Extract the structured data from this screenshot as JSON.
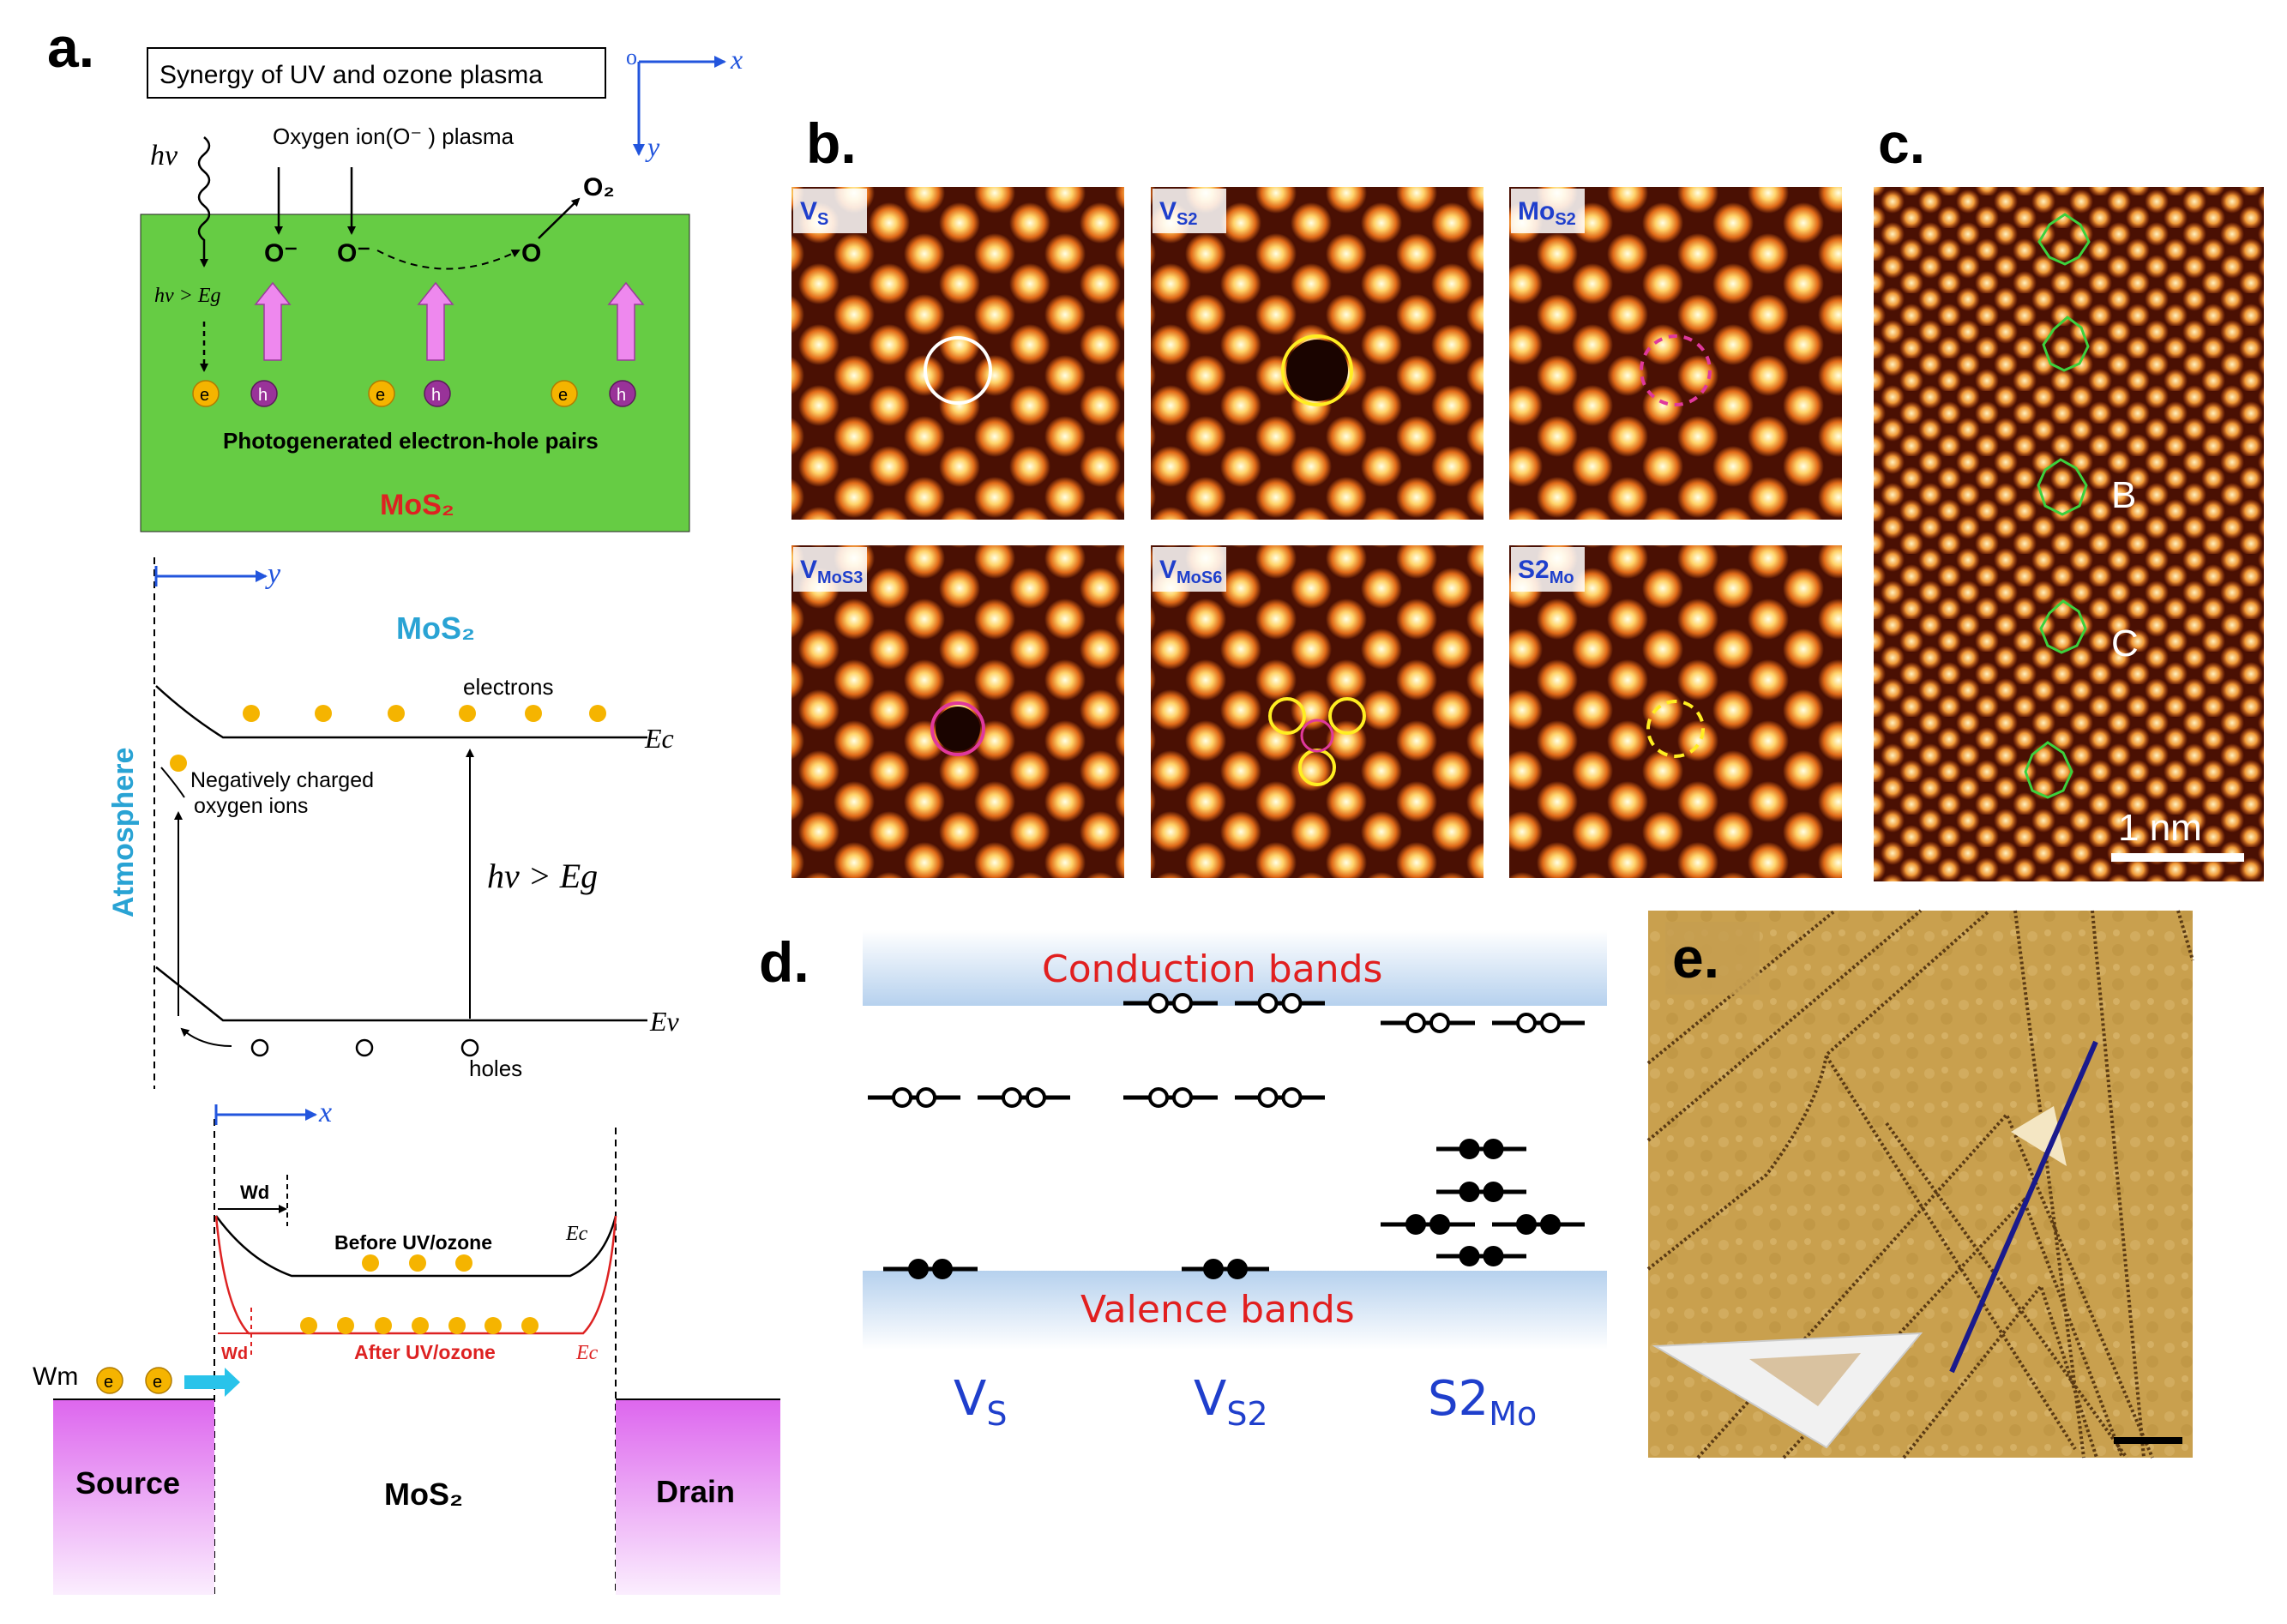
{
  "colors": {
    "green_panel": "#66cc44",
    "pink_arrow": "#ee88ee",
    "electron_yellow": "#f5b400",
    "hole_purple": "#993399",
    "blue_label": "#2255dd",
    "cyan_label": "#29a3d4",
    "red_label": "#dd2222",
    "contact_magenta": "#dd66ee",
    "stm_orange": "#d35a14",
    "afm_tan": "#c9a04e",
    "band_blue": "#b6d1ee"
  },
  "panels": {
    "a": {
      "label": "a.",
      "box_title": "Synergy of UV and ozone plasma",
      "axis_o": "o",
      "axis_x": "x",
      "axis_y": "y",
      "hv": "hν",
      "plasma_label": "Oxygen ion(O⁻ ) plasma",
      "o2": "O₂",
      "o_minus": "O⁻",
      "o_free": "O",
      "hv_gt_eg_small": "hν > Eg",
      "e": "e",
      "h": "h",
      "pairs_label": "Photogenerated electron-hole pairs",
      "mos2_red": "MoS₂",
      "band": {
        "y_axis": "y",
        "mos2": "MoS₂",
        "electrons": "electrons",
        "ec": "Ec",
        "ev": "Ev",
        "neg_ions_line1": "Negatively charged",
        "neg_ions_line2": "oxygen ions",
        "atmosphere": "Atmosphere",
        "hv_gt_eg": "hν > Eg",
        "holes": "holes"
      },
      "device": {
        "x_axis": "x",
        "wd": "Wd",
        "wd_red": "Wd",
        "before": "Before UV/ozone",
        "after": "After UV/ozone",
        "ec": "Ec",
        "ec_red": "Ec",
        "wm": "Wm",
        "e": "e",
        "source": "Source",
        "mos2": "MoS₂",
        "drain": "Drain"
      }
    },
    "b": {
      "label": "b.",
      "tiles": [
        {
          "main": "V",
          "sub": "S"
        },
        {
          "main": "V",
          "sub": "S2"
        },
        {
          "main": "Mo",
          "sub": "S2"
        },
        {
          "main": "V",
          "sub": "MoS3"
        },
        {
          "main": "V",
          "sub": "MoS6"
        },
        {
          "main": "S2",
          "sub": "Mo"
        }
      ]
    },
    "c": {
      "label": "c.",
      "b": "B",
      "c": "C",
      "scale": "1 nm"
    },
    "d": {
      "label": "d.",
      "conduction": "Conduction bands",
      "valence": "Valence bands",
      "columns": [
        {
          "main": "V",
          "sub": "S"
        },
        {
          "main": "V",
          "sub": "S2"
        },
        {
          "main": "S2",
          "sub": "Mo"
        }
      ]
    },
    "e": {
      "label": "e."
    }
  }
}
